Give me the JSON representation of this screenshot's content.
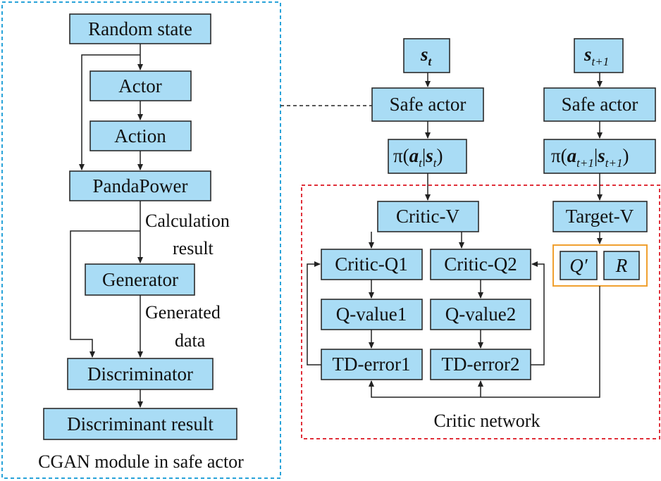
{
  "cgan": {
    "random_state": "Random state",
    "actor": "Actor",
    "action": "Action",
    "pandapower": "PandaPower",
    "calc_line1": "Calculation",
    "calc_line2": "result",
    "generator": "Generator",
    "gen_line1": "Generated",
    "gen_line2": "data",
    "discriminator": "Discriminator",
    "discriminant_result": "Discriminant result",
    "module_caption": "CGAN module in safe actor"
  },
  "sac": {
    "st_base": "s",
    "st_sub": "t",
    "st1_base": "s",
    "st1_sub": "t+1",
    "safe_actor_left": "Safe actor",
    "safe_actor_right": "Safe actor",
    "policy_left": {
      "pi": "π(",
      "a": "a",
      "a_sub": "t",
      "bar": "|",
      "s": "s",
      "s_sub": "t",
      "close": ")"
    },
    "policy_right": {
      "pi": "π(",
      "a": "a",
      "a_sub": "t+1",
      "bar": "|",
      "s": "s",
      "s_sub": "t+1",
      "close": ")"
    },
    "critic_v": "Critic-V",
    "target_v": "Target-V",
    "critic_q1": "Critic-Q1",
    "critic_q2": "Critic-Q2",
    "q_prime": "Q′",
    "r": "R",
    "q_value1": "Q-value1",
    "q_value2": "Q-value2",
    "td_error1": "TD-error1",
    "td_error2": "TD-error2",
    "critic_network": "Critic network"
  },
  "colors": {
    "box_fill": "#a9dcf5",
    "cgan_border": "#29a3d9",
    "critic_border": "#e0303a",
    "qr_border": "#f0a030"
  }
}
